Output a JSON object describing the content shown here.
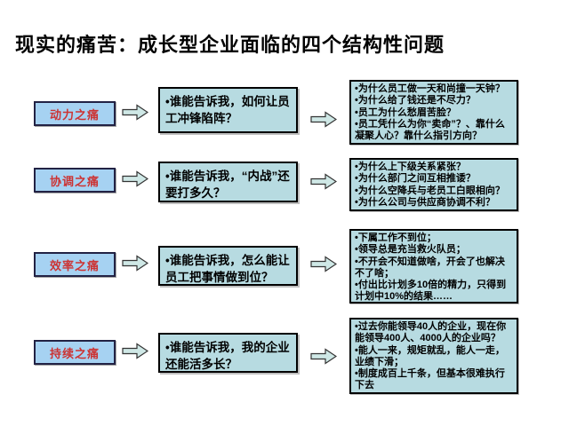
{
  "slide": {
    "title": "现实的痛苦：成长型企业面临的四个结构性问题"
  },
  "colors": {
    "slide-bg": "#ffffff",
    "title-text": "#000000",
    "label-fill": "#a6d2f2",
    "label-border": "#222244",
    "label-text": "#cc3333",
    "box-fill": "#b7dbe1",
    "box-border": "#000000",
    "arrow-fill": "#cfe8e6",
    "arrow-border": "#333333"
  },
  "icons": {
    "right-arrow-icon": "⇨"
  },
  "rows": [
    {
      "label": "动力之痛",
      "question": "•谁能告诉我，如何让员工冲锋陷阵？",
      "bullets": [
        "•为什么员工做一天和尚撞一天钟？",
        "•为什么给了钱还是不尽力？",
        "•员工为什么愁眉苦脸？",
        "•员工凭什么为你“卖命”？、靠什么凝聚人心？靠什么指引方向？"
      ]
    },
    {
      "label": "协调之痛",
      "question": "•谁能告诉我，“内战”还要打多久？",
      "bullets": [
        "•为什么上下级关系紧张？",
        "•为什么部门之间互相推诿？",
        "•为什么空降兵与老员工白眼相向？",
        "•为什么公司与供应商协调不利？"
      ]
    },
    {
      "label": "效率之痛",
      "question": "•谁能告诉我，怎么能让员工把事情做到位？",
      "bullets": [
        "•下属工作不到位；",
        "•领导总是充当救火队员；",
        "•不开会不知道做啥，开会了也解决不了啥；",
        "•付出比计划多10倍的精力，只得到计划中10%的结果……"
      ]
    },
    {
      "label": "持续之痛",
      "question": "•谁能告诉我，我的企业还能活多长？",
      "bullets": [
        "•过去你能领导40人的企业，现在你能领导400人、4000人的企业吗？",
        "•能人一来，规矩就乱，能人一走，业绩下滑；",
        "•制度成百上千条，但基本很难执行下去"
      ]
    }
  ]
}
